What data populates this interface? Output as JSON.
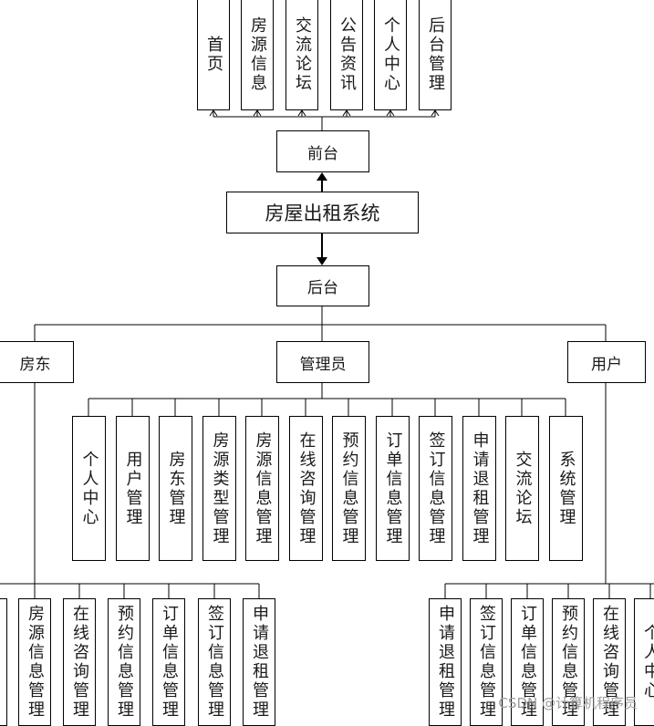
{
  "root": {
    "label": "房屋出租系统"
  },
  "front": {
    "label": "前台",
    "children": [
      "首页",
      "房源信息",
      "交流论坛",
      "公告资讯",
      "个人中心",
      "后台管理"
    ]
  },
  "back": {
    "label": "后台",
    "roles": [
      "房东",
      "管理员",
      "用户"
    ]
  },
  "admin_modules": [
    "个人中心",
    "用户管理",
    "房东管理",
    "房源类型管理",
    "房源信息管理",
    "在线咨询管理",
    "预约信息管理",
    "订单信息管理",
    "签订信息管理",
    "申请退租管理",
    "交流论坛",
    "系统管理"
  ],
  "landlord_modules": [
    "",
    "房源信息管理",
    "在线咨询管理",
    "预约信息管理",
    "订单信息管理",
    "签订信息管理",
    "申请退租管理"
  ],
  "user_modules": [
    "申请退租管理",
    "签订信息管理",
    "订单信息管理",
    "预约信息管理",
    "在线咨询管理",
    "个人中心"
  ],
  "watermark": "CSDN @计算机程序员"
}
